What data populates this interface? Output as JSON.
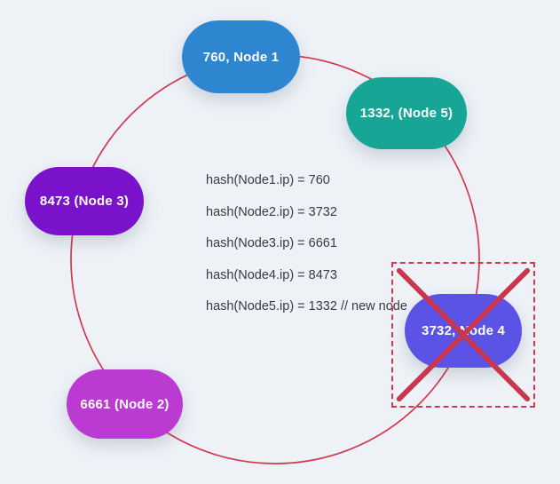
{
  "diagram": {
    "kind": "consistent-hashing-ring",
    "background_color": "#eef2f7",
    "ring_color": "#d23a52",
    "removed_marker_color": "#c9374f"
  },
  "nodes": {
    "node1": {
      "label": "760, Node 1",
      "color": "#2e86d1",
      "position": "top"
    },
    "node5": {
      "label": "1332, (Node 5)",
      "color": "#17a695",
      "position": "upper-right"
    },
    "node3": {
      "label": "8473 (Node 3)",
      "color": "#7a12cc",
      "position": "left"
    },
    "node4": {
      "label": "3732, Node 4",
      "color": "#5b52e6",
      "position": "right",
      "status": "removed-crossed-out"
    },
    "node2": {
      "label": "6661 (Node 2)",
      "color": "#bb3ad1",
      "position": "bottom-left"
    }
  },
  "hash_lines": [
    "hash(Node1.ip) = 760",
    "hash(Node2.ip) = 3732",
    "hash(Node3.ip) = 6661",
    "hash(Node4.ip) = 8473",
    "hash(Node5.ip) = 1332 // new node"
  ]
}
